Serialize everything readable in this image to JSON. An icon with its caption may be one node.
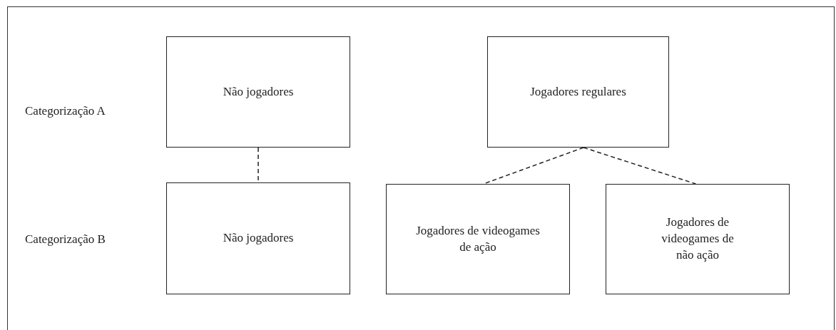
{
  "diagram": {
    "nodes": [
      {
        "text": [
          "Não jogadores"
        ]
      },
      {
        "text": [
          "Jogadores regulares"
        ]
      },
      {
        "text": [
          "Não jogadores"
        ]
      },
      {
        "text": [
          "Jogadores de videogames de ação"
        ]
      },
      {
        "text": [
          "Jogadores de videogames de não ação"
        ]
      }
    ],
    "edges": [
      {
        "from": 0,
        "to": 2,
        "arrow": "none",
        "style": "dashed"
      },
      {
        "from": 1,
        "to": 3,
        "arrow": "none",
        "style": "dashed"
      },
      {
        "from": 1,
        "to": 4,
        "arrow": "none",
        "style": "dashed"
      }
    ],
    "labels": [
      "Categorização A",
      "Categorização B"
    ]
  }
}
